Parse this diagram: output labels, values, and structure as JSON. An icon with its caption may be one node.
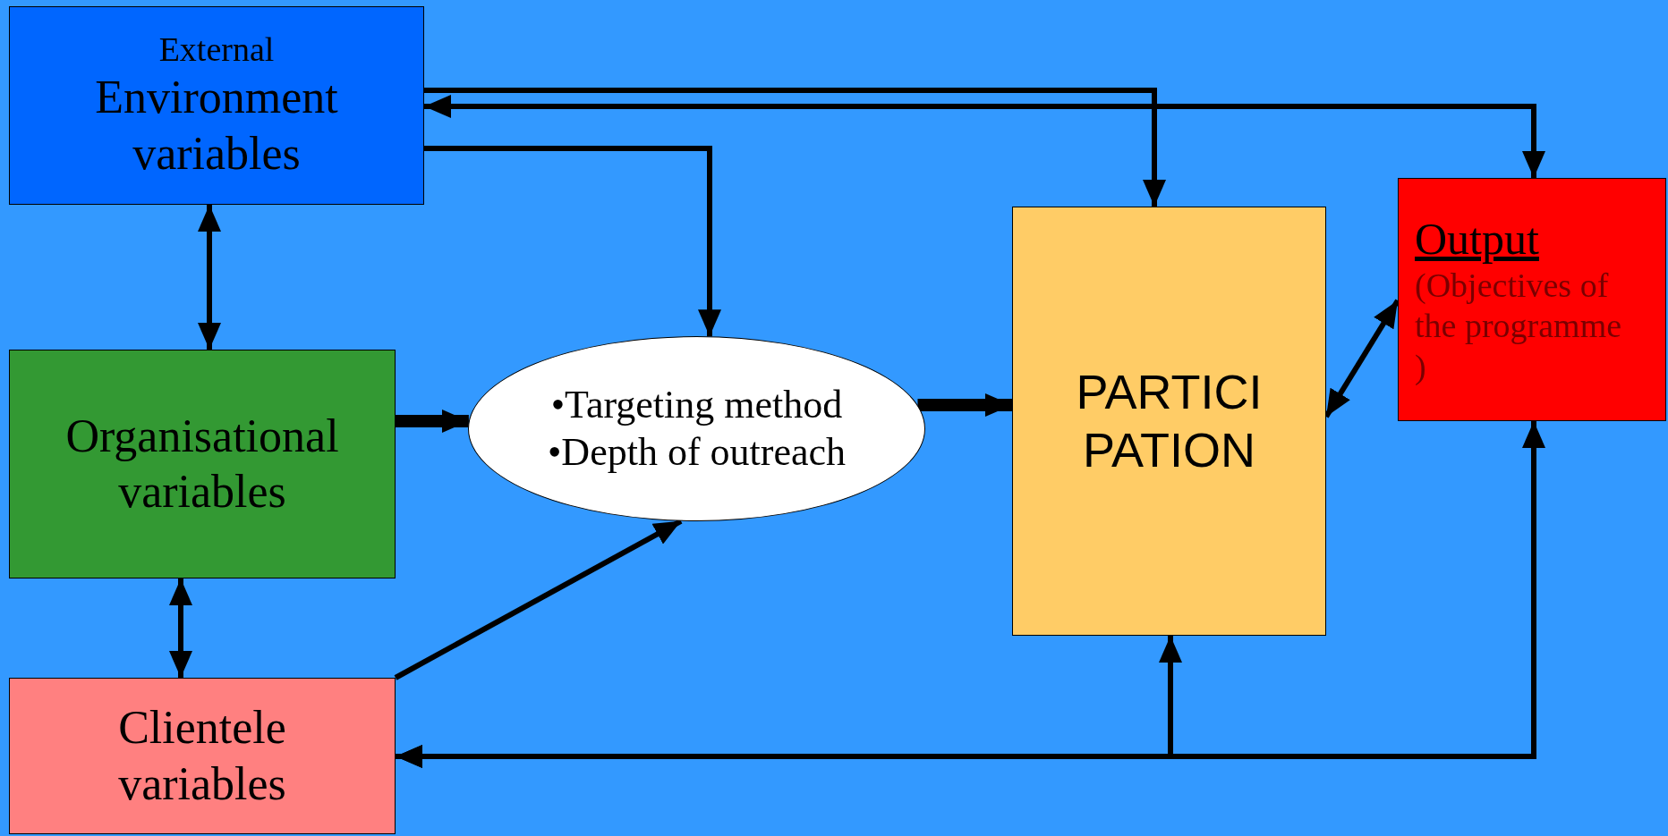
{
  "diagram": {
    "nodes": [
      {
        "text": [
          "External",
          "Environment variables"
        ]
      },
      {
        "text": [
          "Organisational variables"
        ]
      },
      {
        "text": [
          "•Targeting method",
          "•Depth of outreach"
        ]
      },
      {
        "text": [
          "PARTICI PATION"
        ]
      },
      {
        "text": [
          "Output",
          "(Objectives of the programme )"
        ]
      },
      {
        "text": [
          "Clientele variables"
        ]
      }
    ],
    "edges": [
      {
        "from": 0,
        "to": 3,
        "arrow": "to"
      },
      {
        "from": 0,
        "to": 4,
        "arrow": "both"
      },
      {
        "from": 0,
        "to": 2,
        "arrow": "to"
      },
      {
        "from": 0,
        "to": 1,
        "arrow": "both"
      },
      {
        "from": 1,
        "to": 2,
        "arrow": "to",
        "style": "thick"
      },
      {
        "from": 2,
        "to": 3,
        "arrow": "to",
        "style": "thick"
      },
      {
        "from": 3,
        "to": 4,
        "arrow": "both"
      },
      {
        "from": 1,
        "to": 5,
        "arrow": "both"
      },
      {
        "from": 5,
        "to": 2,
        "arrow": "to"
      },
      {
        "from": 4,
        "to": 5,
        "arrow": "both"
      },
      {
        "from": 3,
        "to": 5,
        "arrow": "both"
      }
    ]
  }
}
